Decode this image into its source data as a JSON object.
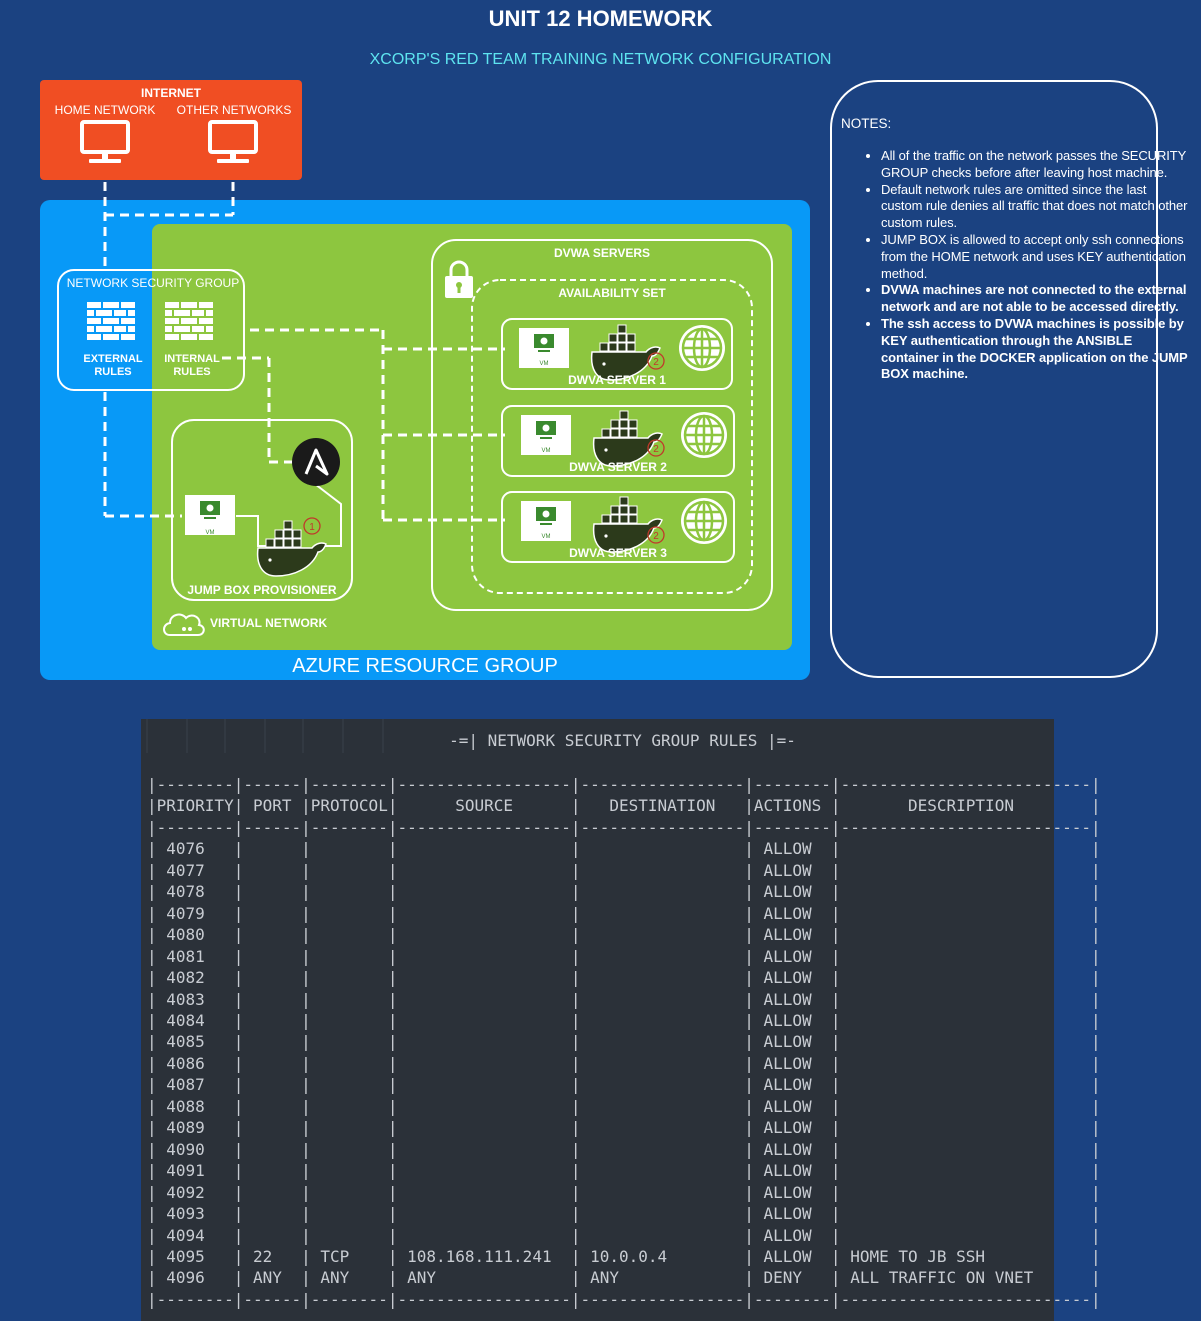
{
  "title": "UNIT 12 HOMEWORK",
  "subtitle": "XCORP'S RED TEAM TRAINING NETWORK CONFIGURATION",
  "internet": {
    "title": "INTERNET",
    "home_label": "HOME NETWORK",
    "other_label": "OTHER NETWORKS"
  },
  "azure_label": "AZURE RESOURCE GROUP",
  "vnet_label": "VIRTUAL NETWORK",
  "nsg": {
    "title": "NETWORK SECURITY GROUP",
    "external_line1": "EXTERNAL",
    "external_line2": "RULES",
    "internal_line1": "INTERNAL",
    "internal_line2": "RULES"
  },
  "jumpbox_label": "JUMP BOX PROVISIONER",
  "vm_badge": "VM",
  "dvwa_servers_label": "DVWA SERVERS",
  "availability_set_label": "AVAILABILITY SET",
  "servers": [
    {
      "label": "DWVA SERVER 1",
      "marker": "2"
    },
    {
      "label": "DWVA SERVER 2",
      "marker": "2"
    },
    {
      "label": "DWVA SERVER 3",
      "marker": "2"
    }
  ],
  "jumpbox_marker": "1",
  "notes": {
    "title": "NOTES:",
    "items": [
      "All of the traffic on the network passes the SECURITY GROUP checks before after leaving host machine.",
      "Default network rules are omitted since the last custom rule denies all traffic that does not match other custom rules.",
      "JUMP BOX is allowed to accept only ssh connections from the HOME network and uses KEY authentication method.",
      "DVWA machines are not connected to the external network and are not able to be accessed directly.",
      "The ssh access to DVWA machines is possible by KEY authentication through the ANSIBLE container in the DOCKER application on the JUMP BOX machine."
    ]
  },
  "rules_table": {
    "heading": "-=| NETWORK SECURITY GROUP RULES |=-",
    "columns": [
      "PRIORITY",
      "PORT",
      "PROTOCOL",
      "SOURCE",
      "DESTINATION",
      "ACTIONS",
      "DESCRIPTION"
    ],
    "rows": [
      [
        "4076",
        "",
        "",
        "",
        "",
        "ALLOW",
        ""
      ],
      [
        "4077",
        "",
        "",
        "",
        "",
        "ALLOW",
        ""
      ],
      [
        "4078",
        "",
        "",
        "",
        "",
        "ALLOW",
        ""
      ],
      [
        "4079",
        "",
        "",
        "",
        "",
        "ALLOW",
        ""
      ],
      [
        "4080",
        "",
        "",
        "",
        "",
        "ALLOW",
        ""
      ],
      [
        "4081",
        "",
        "",
        "",
        "",
        "ALLOW",
        ""
      ],
      [
        "4082",
        "",
        "",
        "",
        "",
        "ALLOW",
        ""
      ],
      [
        "4083",
        "",
        "",
        "",
        "",
        "ALLOW",
        ""
      ],
      [
        "4084",
        "",
        "",
        "",
        "",
        "ALLOW",
        ""
      ],
      [
        "4085",
        "",
        "",
        "",
        "",
        "ALLOW",
        ""
      ],
      [
        "4086",
        "",
        "",
        "",
        "",
        "ALLOW",
        ""
      ],
      [
        "4087",
        "",
        "",
        "",
        "",
        "ALLOW",
        ""
      ],
      [
        "4088",
        "",
        "",
        "",
        "",
        "ALLOW",
        ""
      ],
      [
        "4089",
        "",
        "",
        "",
        "",
        "ALLOW",
        ""
      ],
      [
        "4090",
        "",
        "",
        "",
        "",
        "ALLOW",
        ""
      ],
      [
        "4091",
        "",
        "",
        "",
        "",
        "ALLOW",
        ""
      ],
      [
        "4092",
        "",
        "",
        "",
        "",
        "ALLOW",
        ""
      ],
      [
        "4093",
        "",
        "",
        "",
        "",
        "ALLOW",
        ""
      ],
      [
        "4094",
        "",
        "",
        "",
        "",
        "ALLOW",
        ""
      ],
      [
        "4095",
        "22",
        "TCP",
        "108.168.111.241",
        "10.0.0.4",
        "ALLOW",
        "HOME TO JB SSH"
      ],
      [
        "4096",
        "ANY",
        "ANY",
        "ANY",
        "ANY",
        "DENY",
        "ALL TRAFFIC ON VNET"
      ]
    ]
  },
  "colors": {
    "background": "#1b4281",
    "internet_box": "#f04e23",
    "azure_box": "#0899f7",
    "vnet_box": "#8dc63f",
    "subtitle": "#5ee4f0",
    "terminal": "#2b3139"
  }
}
